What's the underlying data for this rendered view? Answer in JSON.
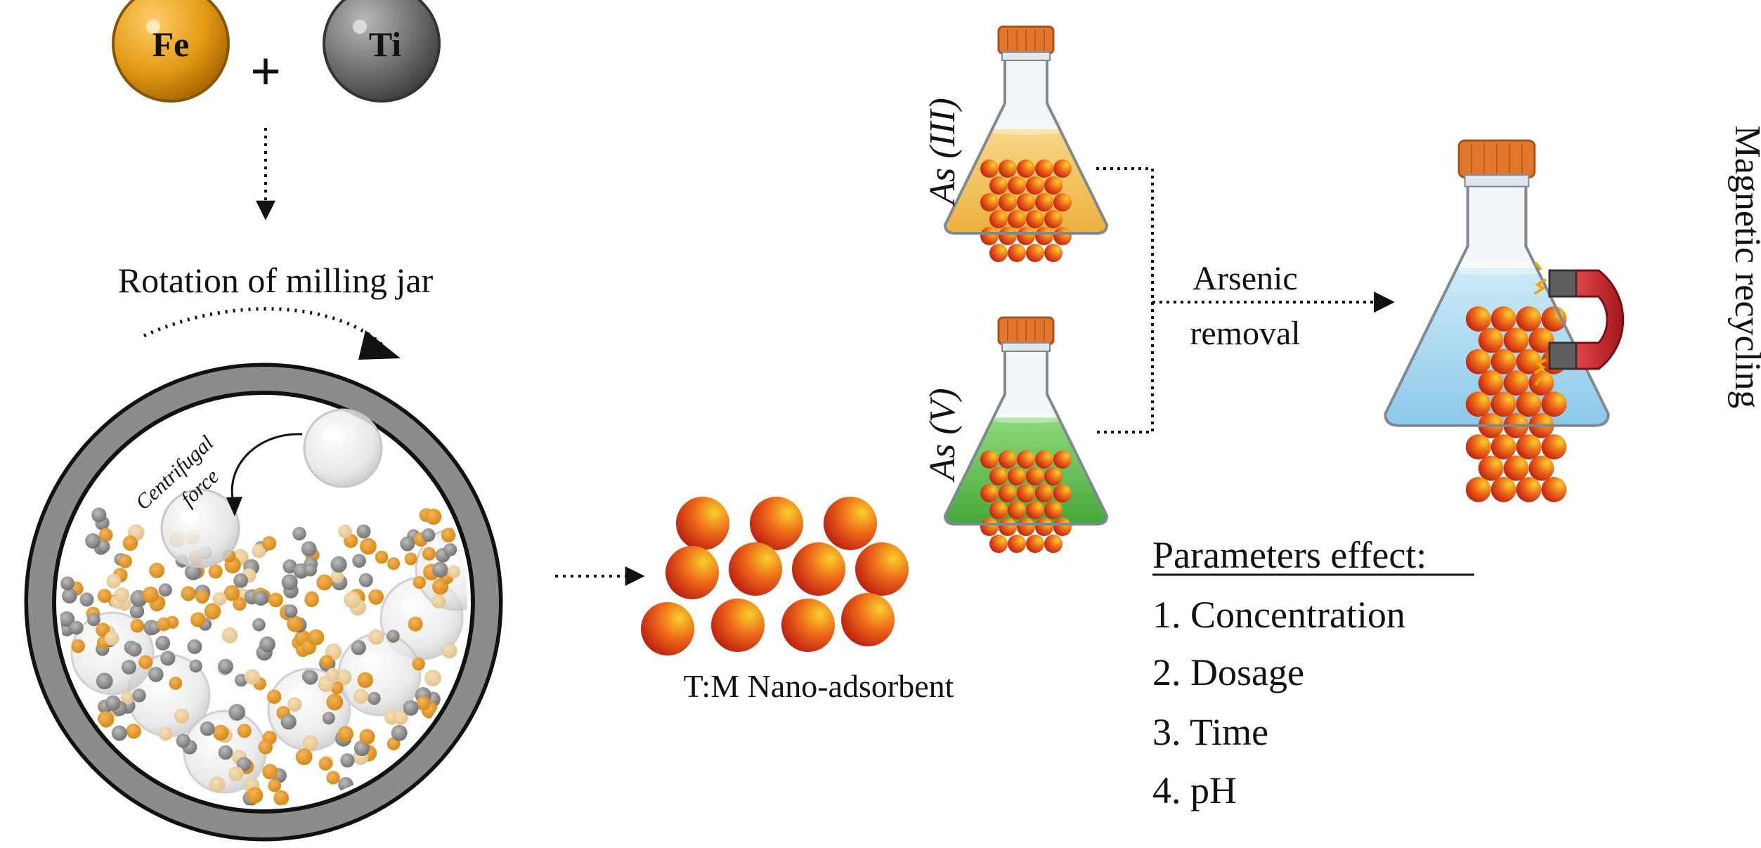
{
  "reagents": {
    "iron": "Fe",
    "plus": "+",
    "titanium": "Ti"
  },
  "milling": {
    "rotation_label": "Rotation of milling jar",
    "centrifugal_label_line1": "Centrifugal",
    "centrifugal_label_line2": "force"
  },
  "product": {
    "label": "T:M Nano-adsorbent"
  },
  "flasks": {
    "as_iii": "As (III)",
    "as_v": "As (V)"
  },
  "removal": {
    "line1": "Arsenic",
    "line2": "removal"
  },
  "recycling": {
    "label": "Magnetic recycling"
  },
  "parameters": {
    "title": "Parameters effect:",
    "items": [
      "1. Concentration",
      "2. Dosage",
      "3. Time",
      "4. pH"
    ]
  },
  "colors": {
    "iron_ball": "#e39a14",
    "titanium_ball": "#6f6f6f",
    "jar_ring": "#8c8c8c",
    "nanoparticle_inner": "#f6d02a",
    "nanoparticle_outer": "#d01f12",
    "cap": "#e2762c",
    "as_iii_liquid": "#f3c35a",
    "as_v_liquid": "#5cc14f",
    "recycle_liquid": "#a8d8f0",
    "magnet": "#c0262a"
  }
}
